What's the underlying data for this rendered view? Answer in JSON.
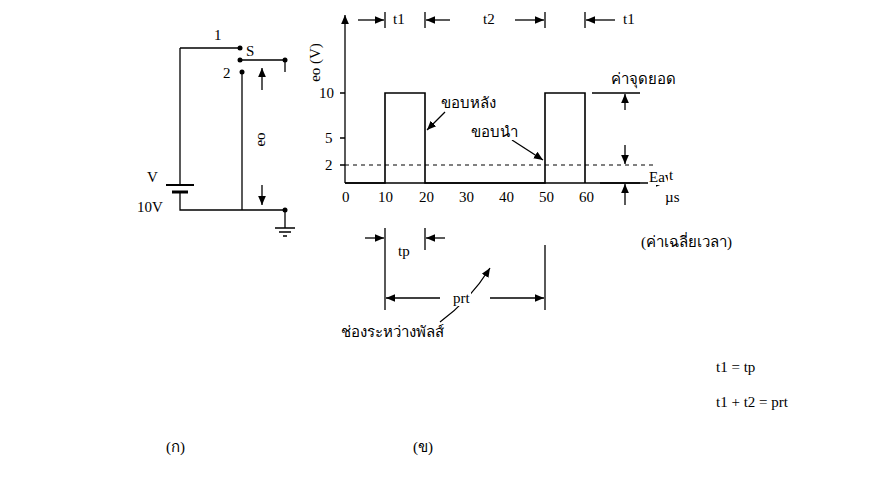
{
  "diagram": {
    "labels": [
      "1",
      "S",
      "2",
      "V",
      "10V",
      "eo",
      "(ก)",
      "t1",
      "t2",
      "t1",
      "10",
      "5",
      "2",
      "eo (V)",
      "ขอบหลัง",
      "ขอบนำ",
      "ค่าจุดยอด",
      "Eav",
      "t",
      "µs",
      "0",
      "10",
      "20",
      "30",
      "40",
      "50",
      "60",
      "tp",
      "ช่องระหว่างพัลส์",
      "prt",
      "(ค่าเฉลี่ยเวลา)",
      "t1 = tp",
      "t1 + t2 = prt",
      "(ข)"
    ]
  }
}
